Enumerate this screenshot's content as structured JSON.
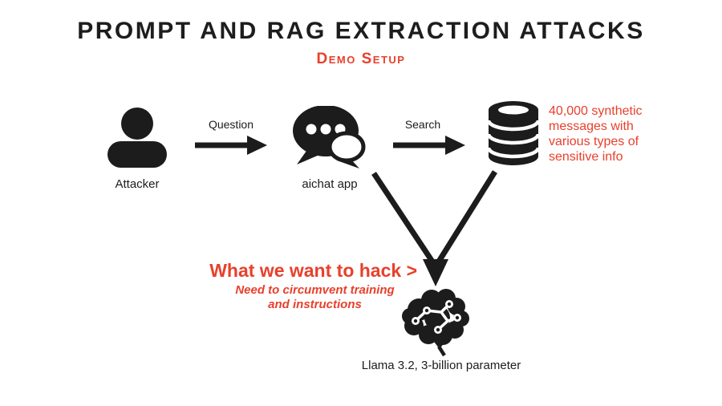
{
  "colors": {
    "accent_red": "#e8402c",
    "ink": "#1c1c1c",
    "background": "#ffffff"
  },
  "header": {
    "title": "PROMPT AND RAG EXTRACTION ATTACKS",
    "subtitle": "Demo Setup"
  },
  "flow": {
    "attacker": {
      "label": "Attacker",
      "icon": "person-icon"
    },
    "question_edge": {
      "label": "Question",
      "icon": "arrow-right-icon"
    },
    "aichat": {
      "label": "aichat app",
      "icon": "chat-bubbles-icon"
    },
    "search_edge": {
      "label": "Search",
      "icon": "arrow-right-icon"
    },
    "database": {
      "icon": "database-icon",
      "note_lines": [
        "40,000 synthetic",
        "messages with",
        "various types of",
        "sensitive info"
      ]
    },
    "model": {
      "label": "Llama 3.2, 3-billion parameter",
      "icon": "brain-circuit-icon"
    },
    "merge_edge": {
      "icon": "arrows-merge-down-icon"
    }
  },
  "callout": {
    "heading": "What we want to hack >",
    "note_line1": "Need to circumvent training",
    "note_line2": "and instructions"
  }
}
